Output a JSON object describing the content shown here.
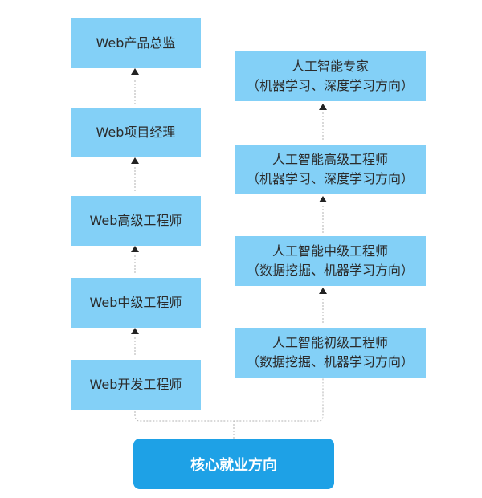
{
  "left_track": [
    {
      "label": "Web产品总监"
    },
    {
      "label": "Web项目经理"
    },
    {
      "label": "Web高级工程师"
    },
    {
      "label": "Web中级工程师"
    },
    {
      "label": "Web开发工程师"
    }
  ],
  "right_track": [
    {
      "line1": "人工智能专家",
      "line2": "（机器学习、深度学习方向）"
    },
    {
      "line1": "人工智能高级工程师",
      "line2": "（机器学习、深度学习方向）"
    },
    {
      "line1": "人工智能中级工程师",
      "line2": "（数据挖掘、机器学习方向）"
    },
    {
      "line1": "人工智能初级工程师",
      "line2": "（数据挖掘、机器学习方向）"
    }
  ],
  "root": {
    "label": "核心就业方向"
  },
  "colors": {
    "box_fill": "#83d0f7",
    "root_fill": "#1ea1e6",
    "connector": "#b3b3b3",
    "arrow": "#222222"
  }
}
